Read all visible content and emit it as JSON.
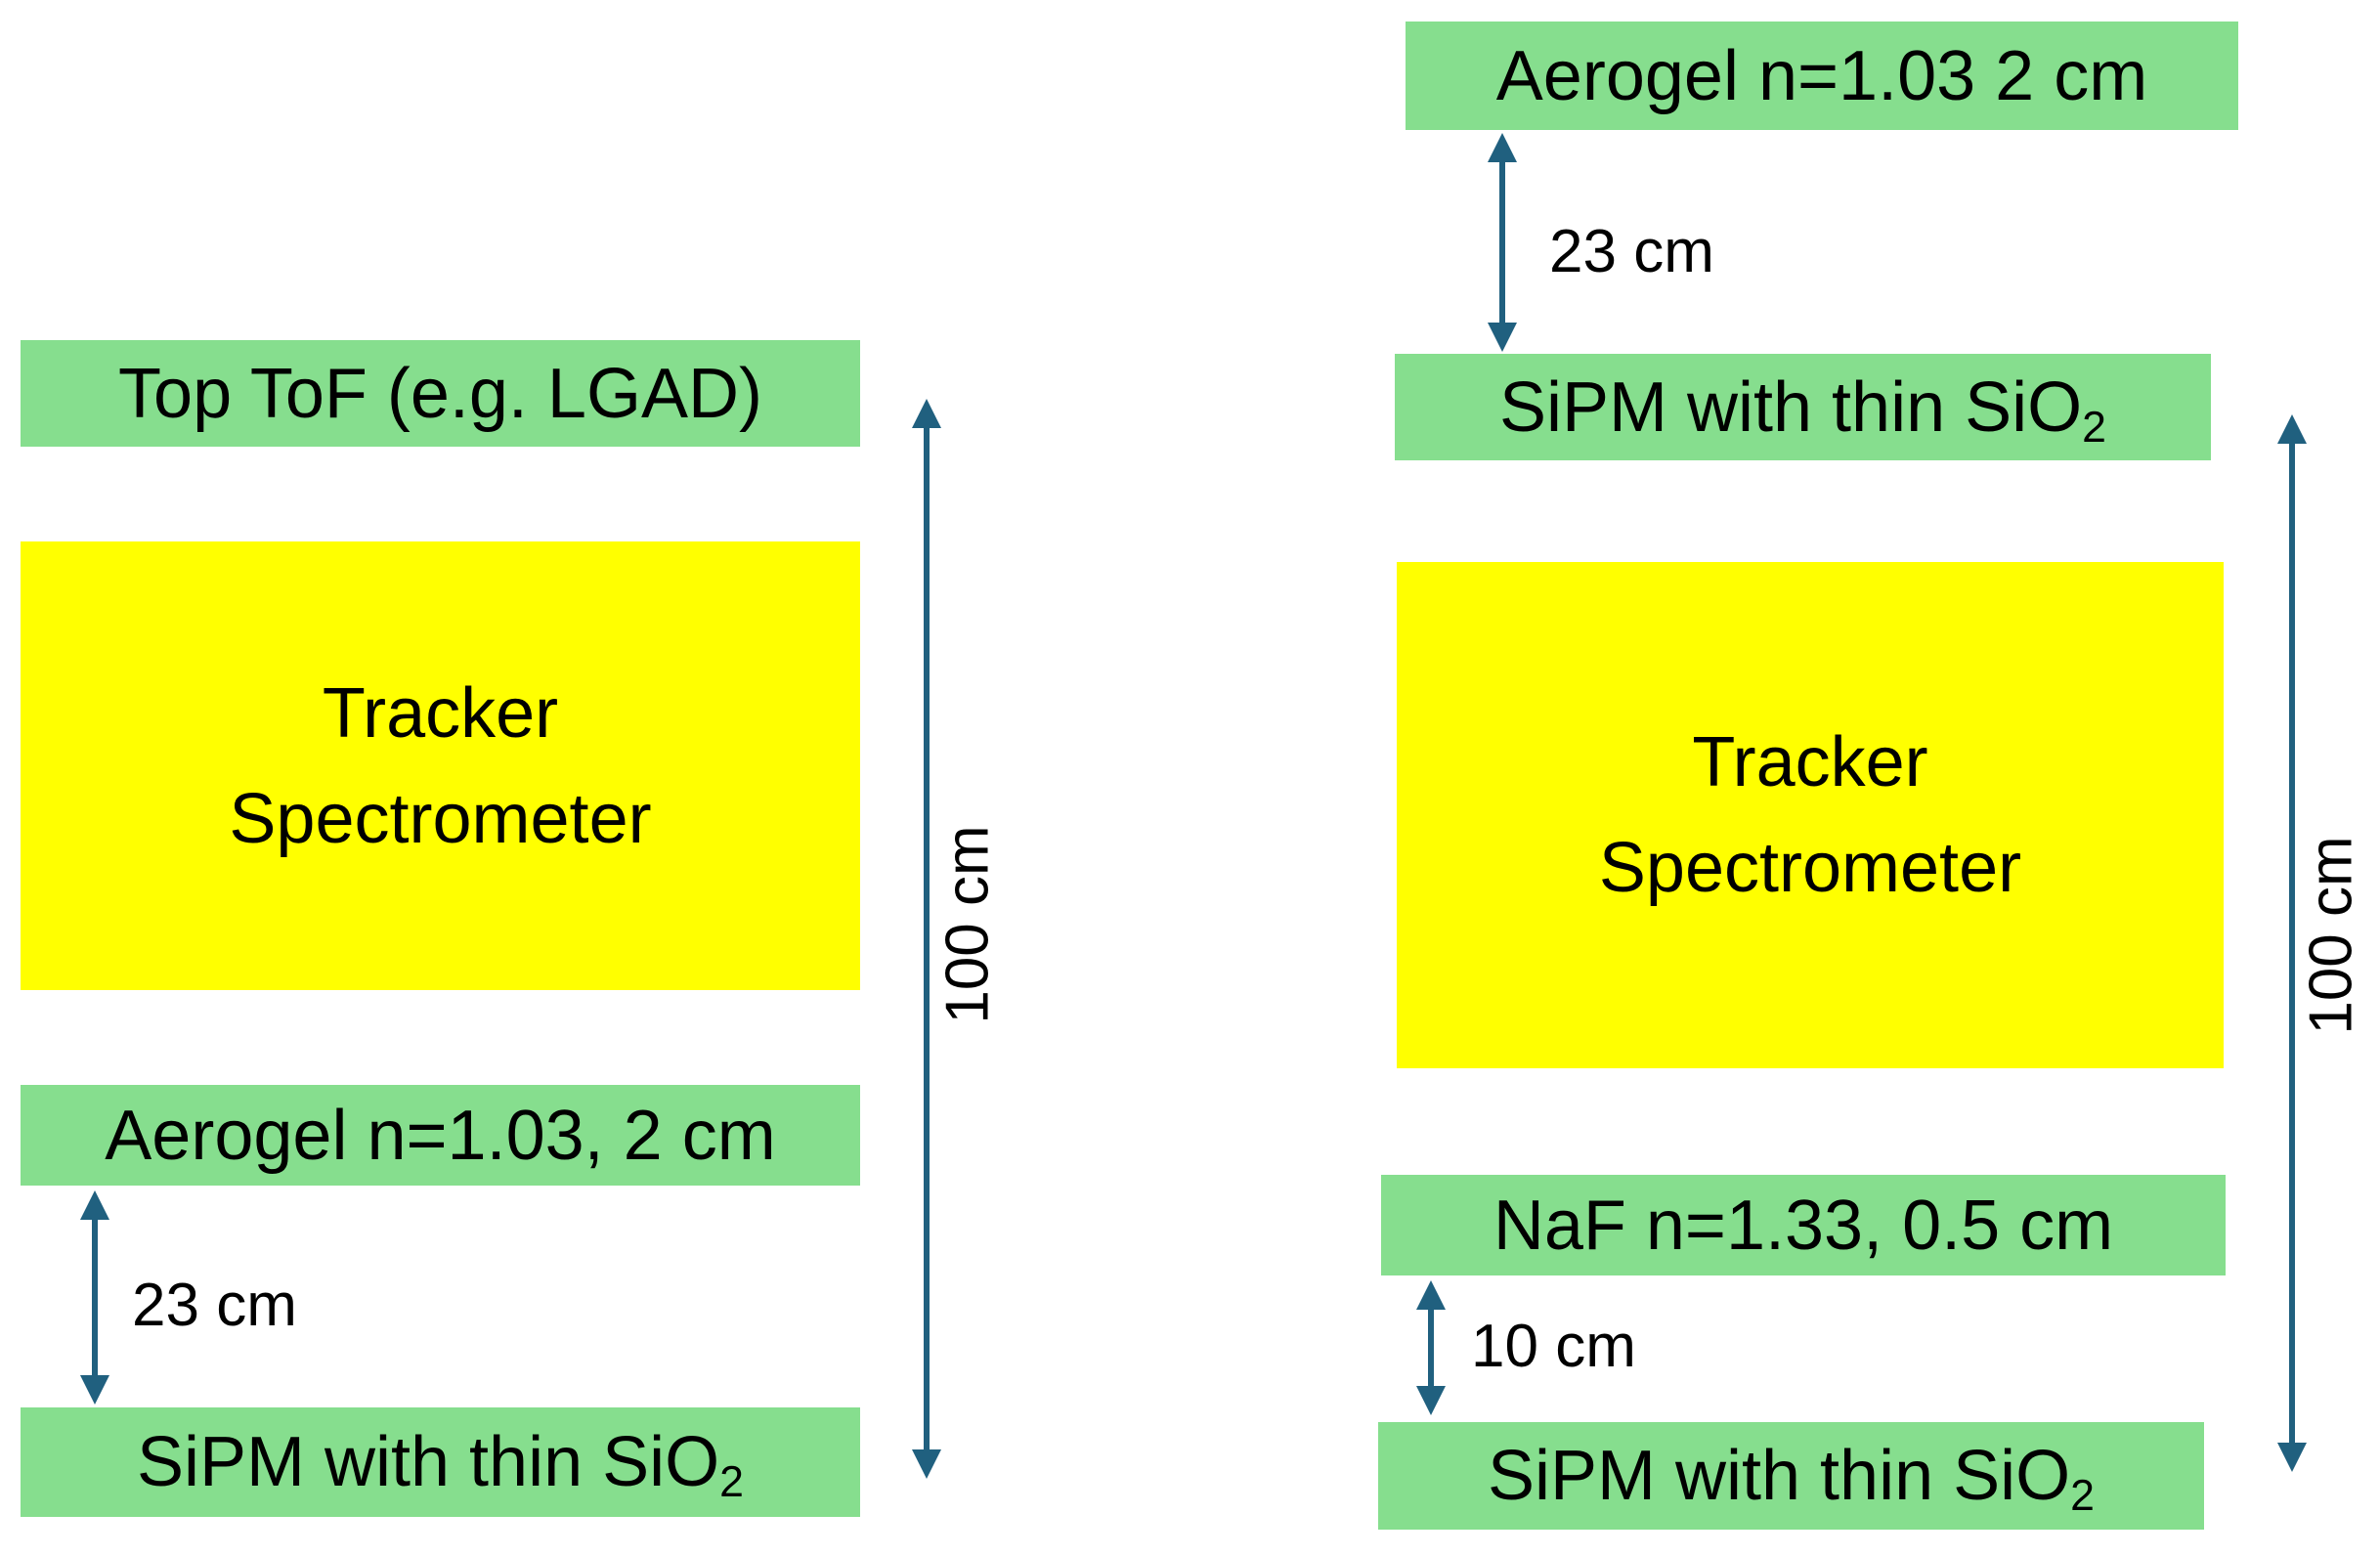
{
  "colors": {
    "background": "#FFFFFF",
    "bar_green": "#86DE8E",
    "tracker_yellow": "#FFFF00",
    "arrow_blue": "#20607F",
    "text": "#000000"
  },
  "left_detector": {
    "top_tof": "Top ToF (e.g. LGAD)",
    "tracker1": "Tracker",
    "tracker2": "Spectrometer",
    "aerogel": "Aerogel n=1.03, 2 cm",
    "gap23": "23 cm",
    "sipm_main": "SiPM with thin SiO",
    "sipm_sub": "2",
    "height100": "100 cm"
  },
  "right_detector": {
    "aerogel": "Aerogel n=1.03 2 cm",
    "gap23": "23 cm",
    "sipm_top_main": "SiPM with thin SiO",
    "sipm_top_sub": "2",
    "tracker1": "Tracker",
    "tracker2": "Spectrometer",
    "naf": "NaF n=1.33, 0.5 cm",
    "gap10": "10 cm",
    "sipm_bottom_main": "SiPM with thin SiO",
    "sipm_bottom_sub": "2",
    "height100": "100 cm"
  }
}
